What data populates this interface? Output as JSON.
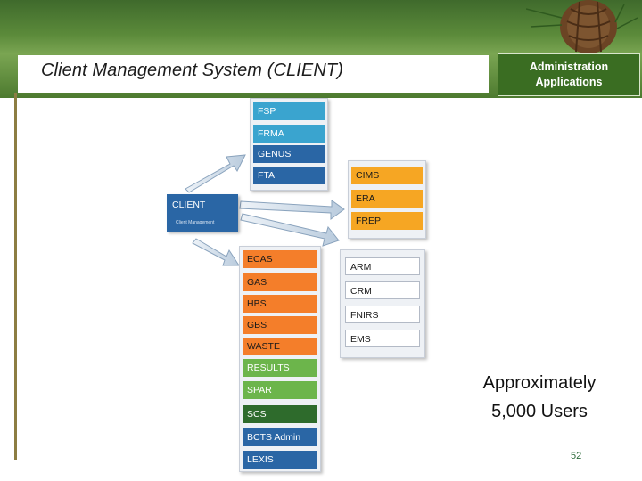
{
  "header": {
    "title": "Client Management System (CLIENT)",
    "admin_line1": "Administration",
    "admin_line2": "Applications"
  },
  "client_box": {
    "label": "CLIENT",
    "sublabel": "Client Management"
  },
  "top_group": [
    "FSP",
    "FRMA",
    "GENUS",
    "FTA"
  ],
  "right_top_group": [
    "CIMS",
    "ERA",
    "FREP"
  ],
  "right_bottom_group": [
    "ARM",
    "CRM",
    "FNIRS",
    "EMS"
  ],
  "bottom_group": [
    "ECAS",
    "GAS",
    "HBS",
    "GBS",
    "WASTE",
    "RESULTS",
    "SPAR",
    "SCS",
    "BCTS Admin",
    "LEXIS"
  ],
  "note": {
    "line1": "Approximately",
    "line2": "5,000 Users"
  },
  "page_number": "52",
  "colors": {
    "cyan": "#3aa4cf",
    "blue": "#2a66a5",
    "amber": "#f6a623",
    "orange": "#f47e2a",
    "green": "#6cb54b",
    "dark_green": "#2e6b2c",
    "header_green": "#3a6d22"
  }
}
